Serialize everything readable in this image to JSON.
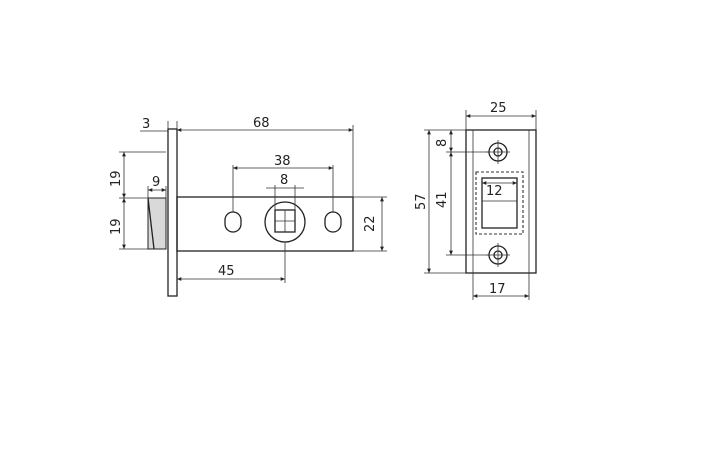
{
  "drawing": {
    "colors": {
      "line": "#222222",
      "background": "#ffffff"
    },
    "dimensions": {
      "faceplate_thickness": "3",
      "backset_total": "68",
      "upper_height": "19",
      "lower_height": "19",
      "latch_depth": "9",
      "hole_spacing": "38",
      "spindle_size": "8",
      "body_height": "22",
      "spindle_offset": "45",
      "plate_width": "25",
      "screw_offset": "8",
      "plate_height": "57",
      "screw_spacing": "41",
      "latch_opening": "12",
      "plate_inner_width": "17"
    }
  }
}
